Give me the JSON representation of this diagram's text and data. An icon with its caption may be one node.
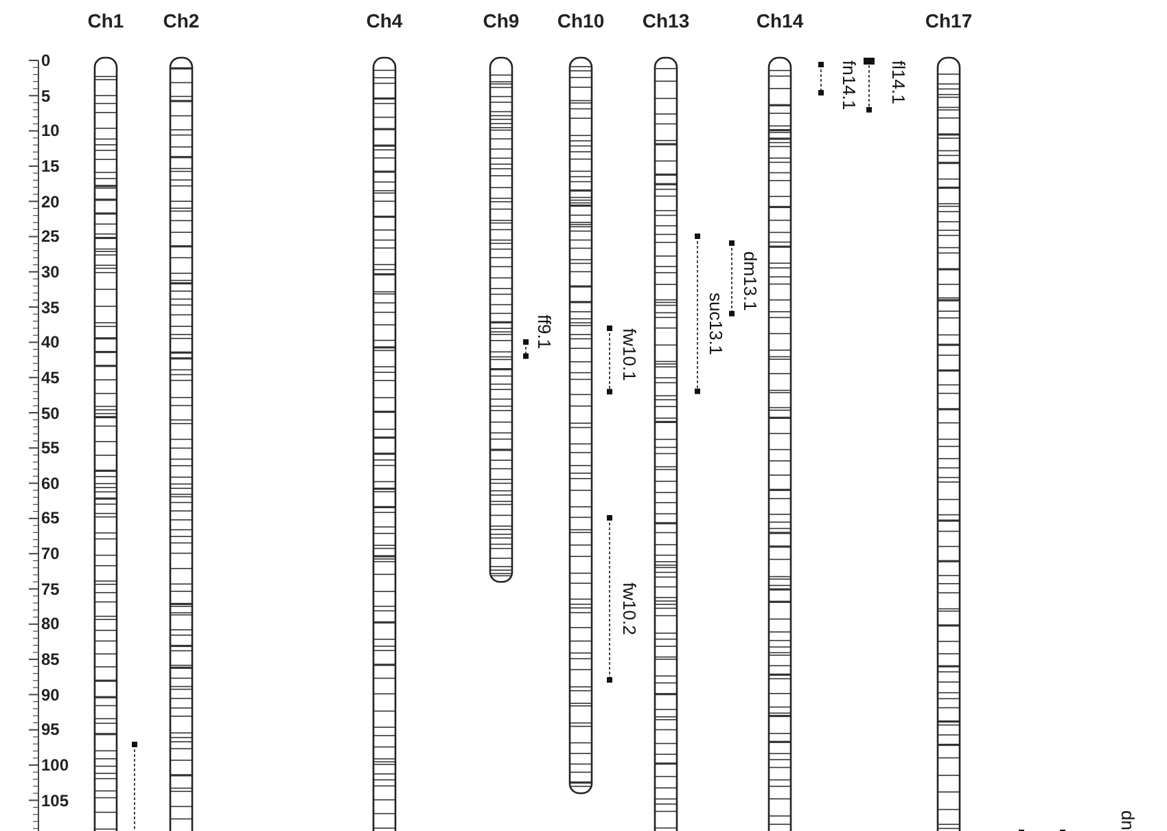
{
  "diagram": {
    "nodes": [
      {
        "text": [
          "Ch1"
        ]
      },
      {
        "text": [
          "Ch2"
        ]
      },
      {
        "text": [
          "Ch4"
        ]
      },
      {
        "text": [
          "Ch9"
        ]
      },
      {
        "text": [
          "Ch10"
        ]
      },
      {
        "text": [
          "Ch13"
        ]
      },
      {
        "text": [
          "Ch14"
        ]
      },
      {
        "text": [
          "Ch17"
        ]
      }
    ],
    "labels": [
      "0",
      "5",
      "10",
      "15",
      "20",
      "25",
      "30",
      "35",
      "40",
      "45",
      "50",
      "55",
      "60",
      "65",
      "70",
      "75",
      "80",
      "85",
      "90",
      "95",
      "100",
      "105",
      "fl14.1",
      "fn14.1",
      "dm13.1",
      "suc13.1",
      "ff9.1",
      "fw10.1",
      "fw10.2",
      "dn"
    ]
  }
}
